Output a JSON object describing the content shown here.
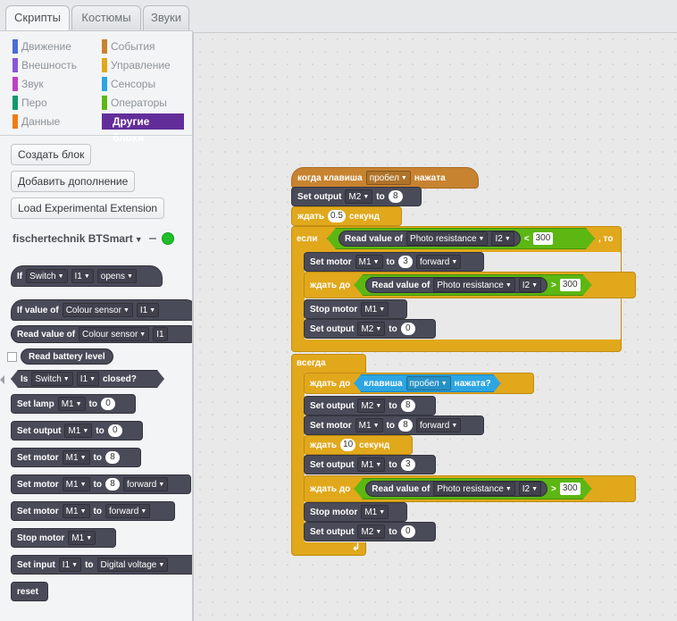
{
  "tabs": [
    "Скрипты",
    "Костюмы",
    "Звуки"
  ],
  "categories": {
    "left": [
      {
        "label": "Движение",
        "color": "#4a6cd4"
      },
      {
        "label": "Внешность",
        "color": "#8a55d7"
      },
      {
        "label": "Звук",
        "color": "#bb42c3"
      },
      {
        "label": "Перо",
        "color": "#0e9a6c"
      },
      {
        "label": "Данные",
        "color": "#ee7d16"
      }
    ],
    "right": [
      {
        "label": "События",
        "color": "#c88330"
      },
      {
        "label": "Управление",
        "color": "#e1a91a"
      },
      {
        "label": "Сенсоры",
        "color": "#2ca5e2"
      },
      {
        "label": "Операторы",
        "color": "#5cb712"
      },
      {
        "label": "Другие блоки",
        "color": "#632d99"
      }
    ]
  },
  "buttons": {
    "create_block": "Создать блок",
    "add_extension": "Добавить дополнение",
    "load_experimental": "Load Experimental Extension"
  },
  "extension": {
    "title": "fischertechnik BTSmart",
    "caret": "▼",
    "status_color": "#1fbf2a"
  },
  "palette": {
    "if_switch": {
      "t1": "If",
      "d1": "Switch",
      "d2": "I1",
      "d3": "opens"
    },
    "if_value": {
      "t1": "If value of",
      "d1": "Colour sensor",
      "d2": "I1"
    },
    "read_value": {
      "t1": "Read value of",
      "d1": "Colour sensor",
      "d2": "I1"
    },
    "read_battery": {
      "t1": "Read battery level"
    },
    "is_switch": {
      "t1": "Is",
      "d1": "Switch",
      "d2": "I1",
      "t2": "closed?"
    },
    "set_lamp": {
      "t1": "Set lamp",
      "d1": "M1",
      "t2": "to",
      "n1": "0"
    },
    "set_output": {
      "t1": "Set output",
      "d1": "M1",
      "t2": "to",
      "n1": "0"
    },
    "set_motor_a": {
      "t1": "Set motor",
      "d1": "M1",
      "t2": "to",
      "n1": "8"
    },
    "set_motor_b": {
      "t1": "Set motor",
      "d1": "M1",
      "t2": "to",
      "n1": "8",
      "d2": "forward"
    },
    "set_motor_c": {
      "t1": "Set motor",
      "d1": "M1",
      "t2": "to",
      "d2": "forward"
    },
    "stop_motor": {
      "t1": "Stop motor",
      "d1": "M1"
    },
    "set_input": {
      "t1": "Set input",
      "d1": "I1",
      "t2": "to",
      "d2": "Digital voltage"
    },
    "reset": {
      "t1": "reset"
    }
  },
  "script": {
    "hat": {
      "t1": "когда клавиша",
      "d1": "пробел",
      "t2": "нажата"
    },
    "set_output1": {
      "t1": "Set output",
      "d1": "M2",
      "t2": "to",
      "n1": "8"
    },
    "wait1": {
      "t1": "ждать",
      "n1": "0.5",
      "t2": "секунд"
    },
    "if": {
      "t1": "если",
      "t2": ", то"
    },
    "if_cond": {
      "t1": "Read value of",
      "d1": "Photo resistance",
      "d2": "I2",
      "op": "<",
      "n1": "300"
    },
    "if_motor": {
      "t1": "Set motor",
      "d1": "M1",
      "t2": "to",
      "n1": "3",
      "d2": "forward"
    },
    "if_wait_until": {
      "t1": "ждать до"
    },
    "if_wait_cond": {
      "t1": "Read value of",
      "d1": "Photo resistance",
      "d2": "I2",
      "op": ">",
      "n1": "300"
    },
    "if_stop": {
      "t1": "Stop motor",
      "d1": "M1"
    },
    "if_set_output": {
      "t1": "Set output",
      "d1": "M2",
      "t2": "to",
      "n1": "0"
    },
    "forever": {
      "t1": "всегда"
    },
    "f_wait_key": {
      "t1": "ждать до",
      "s1": "клавиша",
      "d1": "пробел",
      "s2": "нажата?"
    },
    "f_set_output1": {
      "t1": "Set output",
      "d1": "M2",
      "t2": "to",
      "n1": "8"
    },
    "f_motor": {
      "t1": "Set motor",
      "d1": "M1",
      "t2": "to",
      "n1": "8",
      "d2": "forward"
    },
    "f_wait": {
      "t1": "ждать",
      "n1": "10",
      "t2": "секунд"
    },
    "f_set_output2": {
      "t1": "Set output",
      "d1": "M1",
      "t2": "to",
      "n1": "3"
    },
    "f_wait_until": {
      "t1": "ждать до"
    },
    "f_wait_cond": {
      "t1": "Read value of",
      "d1": "Photo resistance",
      "d2": "I2",
      "op": ">",
      "n1": "300"
    },
    "f_stop": {
      "t1": "Stop motor",
      "d1": "M1"
    },
    "f_set_output3": {
      "t1": "Set output",
      "d1": "M2",
      "t2": "to",
      "n1": "0"
    }
  }
}
